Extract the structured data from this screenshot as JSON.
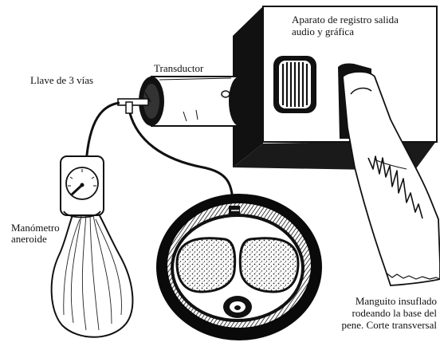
{
  "labels": {
    "device_title_line1": "Aparato de registro salida",
    "device_title_line2": "audio y gráfica",
    "transducer": "Transductor",
    "stopcock": "Llave de 3 vías",
    "manometer_line1": "Manómetro",
    "manometer_line2": "aneroide",
    "cuff_line1": "Manguito insuflado",
    "cuff_line2": "rodeando la base   del",
    "cuff_line3": "pene. Corte transversal"
  },
  "colors": {
    "ink": "#111111",
    "paper": "#ffffff",
    "shade": "#2a2a2a"
  }
}
